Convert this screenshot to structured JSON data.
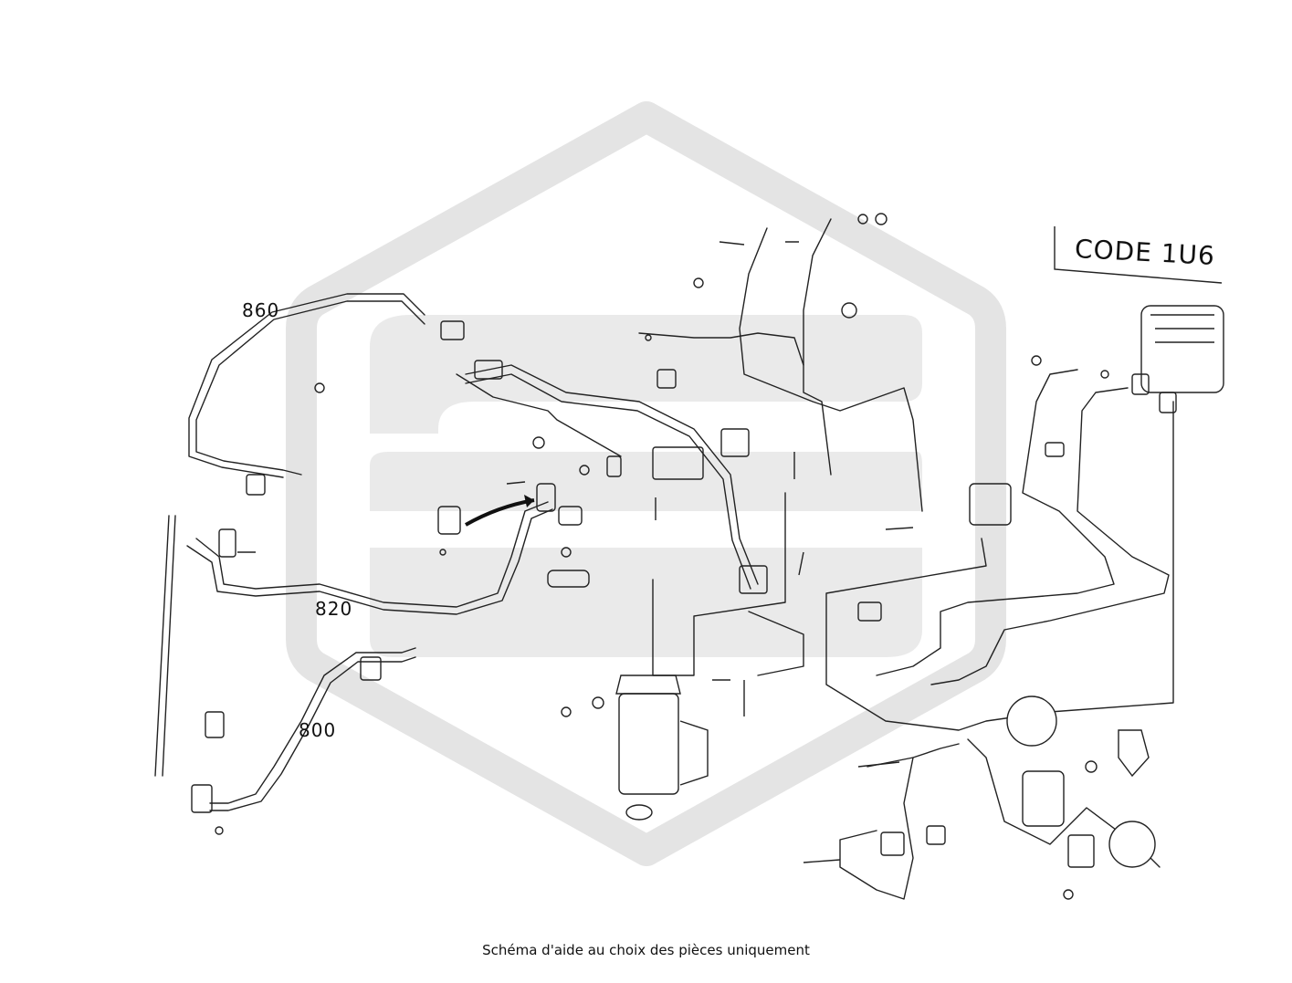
{
  "diagram": {
    "code_label": "CODE 1U6",
    "callouts": [
      {
        "id": "860",
        "text": "860"
      },
      {
        "id": "820",
        "text": "820"
      },
      {
        "id": "800",
        "text": "800"
      }
    ]
  },
  "footer": {
    "caption": "Schéma d'aide au choix des pièces uniquement"
  },
  "colors": {
    "line": "#222222",
    "watermark": "#e4e4e4",
    "background": "#ffffff"
  }
}
